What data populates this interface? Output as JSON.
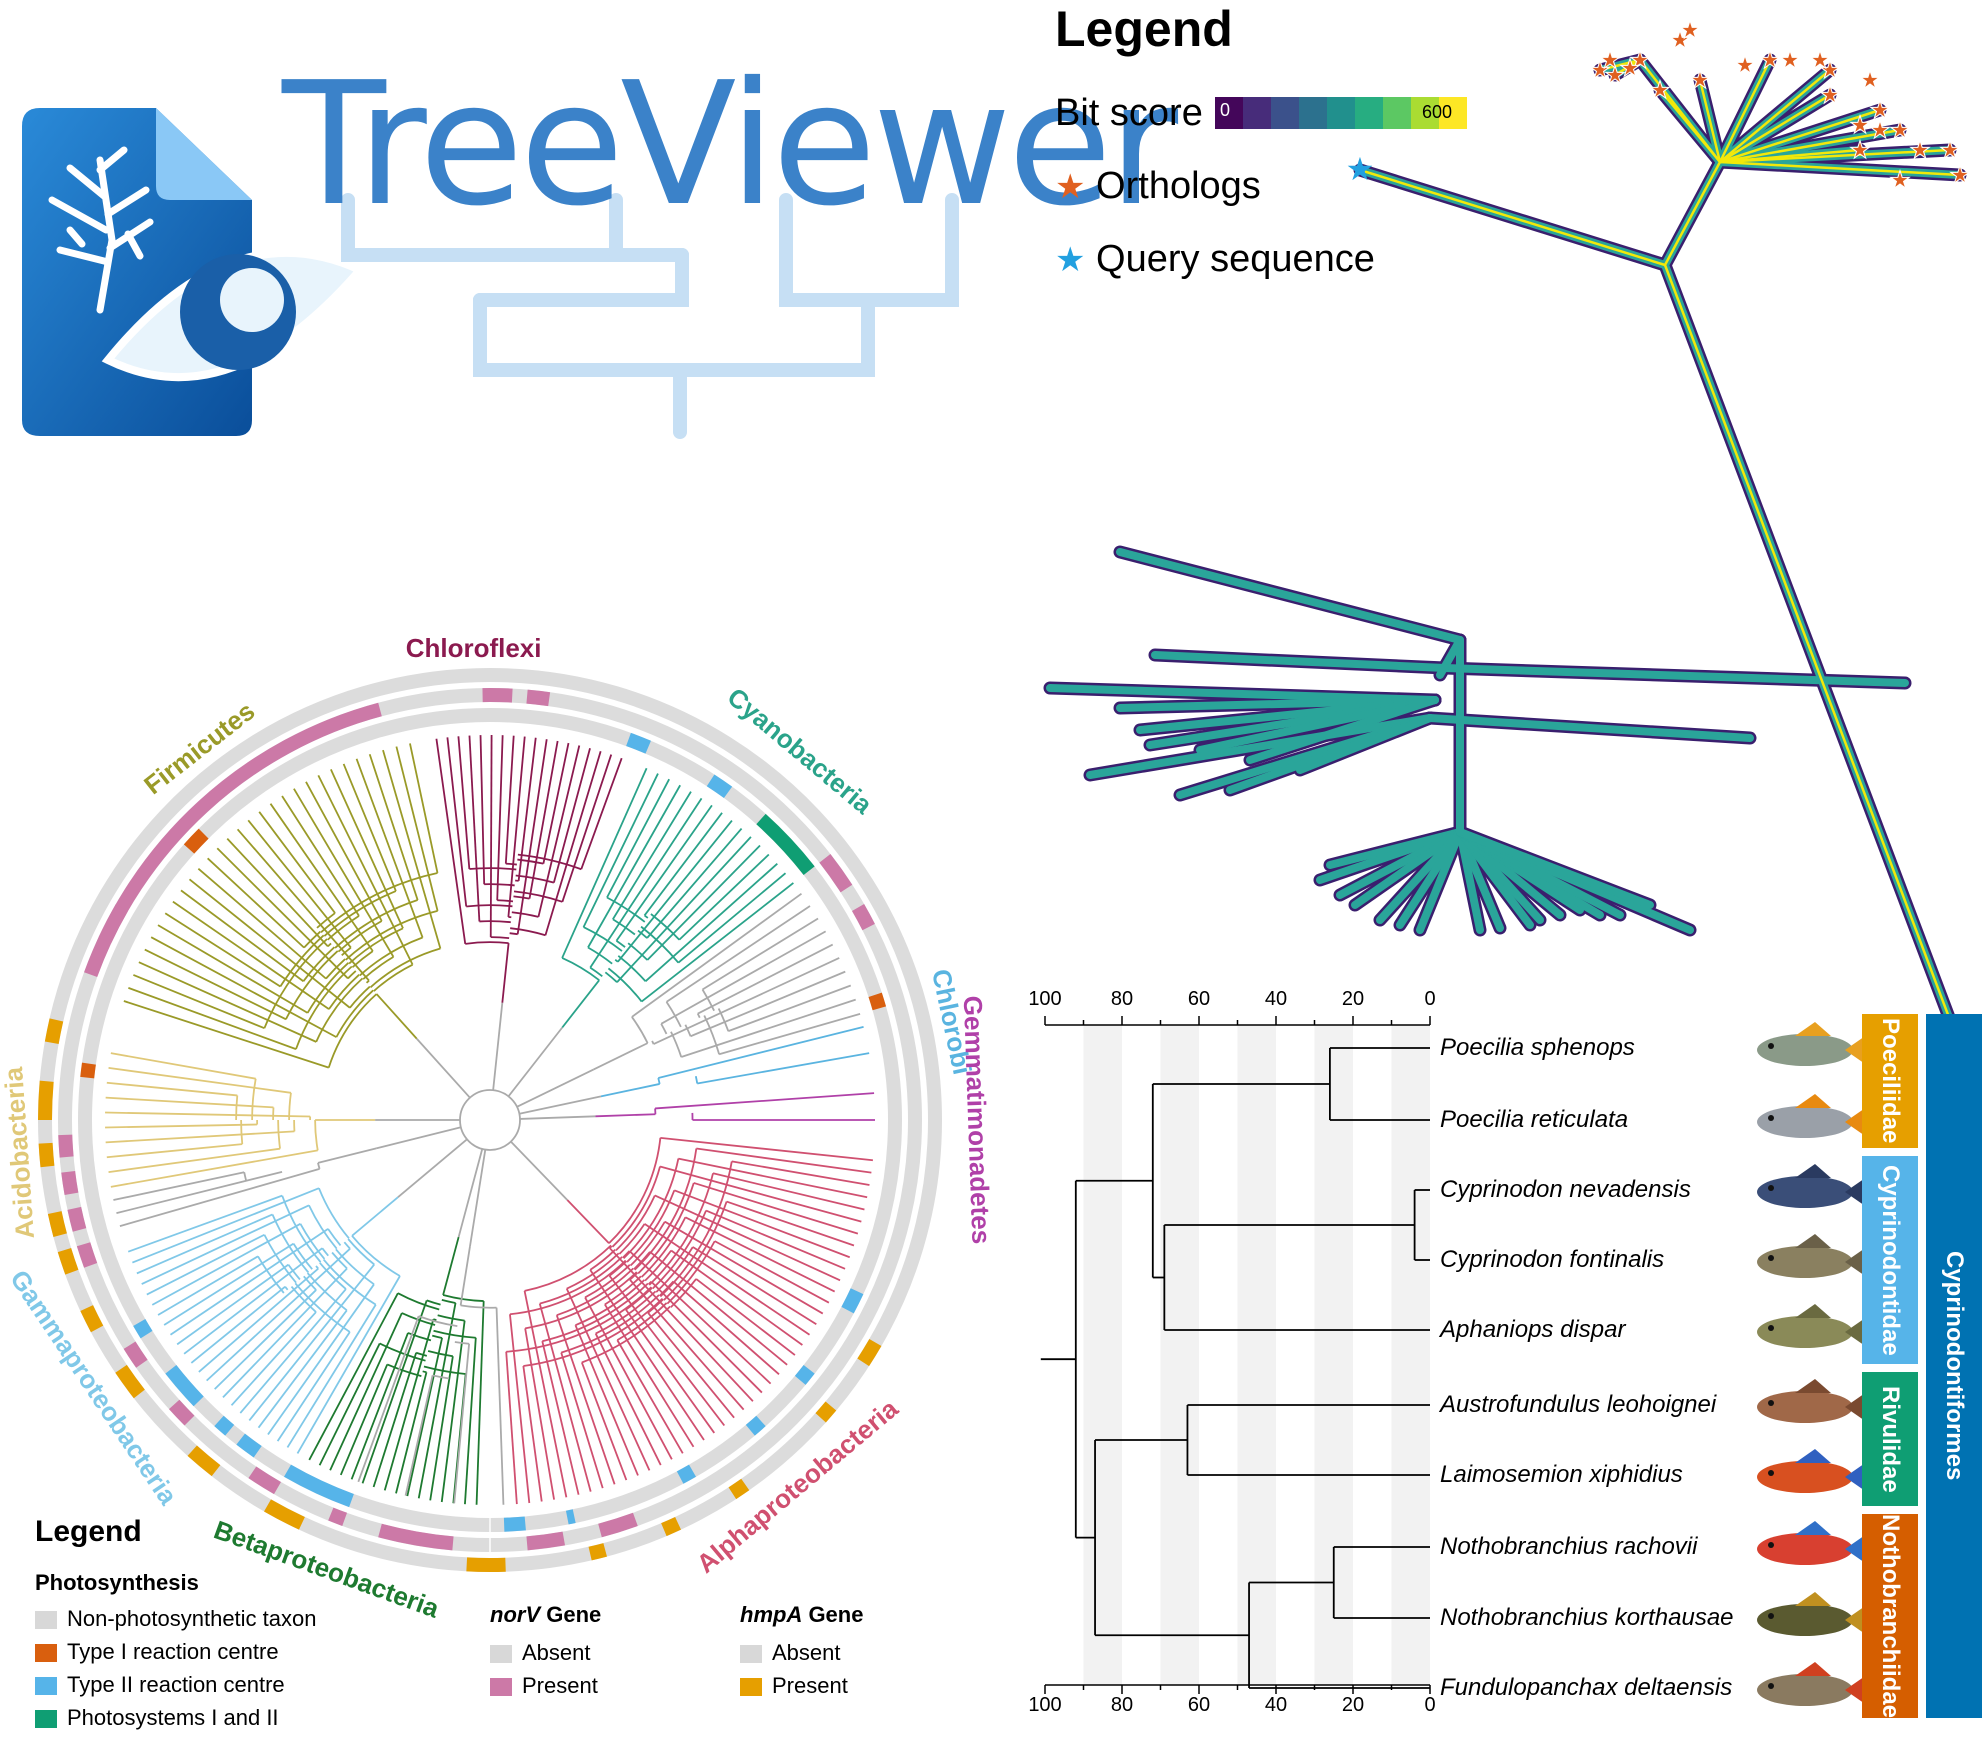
{
  "logo": {
    "title": "TreeViewer"
  },
  "unrooted": {
    "legend_title": "Legend",
    "bitscore_label": "Bit score",
    "bitscore_min": "0",
    "bitscore_max": "600",
    "orthologs": "Orthologs",
    "query": "Query sequence",
    "colors": {
      "ortholog": "#e06020",
      "query": "#22a0e0",
      "branch": "#2aa59a",
      "outline": "#3a1f6e",
      "core": "#f2e80a"
    }
  },
  "circular": {
    "clades": [
      {
        "name": "Chloroflexi",
        "color": "#8b1a4f"
      },
      {
        "name": "Cyanobacteria",
        "color": "#2aa38a"
      },
      {
        "name": "Firmicutes",
        "color": "#9a9a28"
      },
      {
        "name": "Chlorobi",
        "color": "#5ab4e0"
      },
      {
        "name": "Gemmatimonadetes",
        "color": "#b040a8"
      },
      {
        "name": "Acidobacteria",
        "color": "#e0c878"
      },
      {
        "name": "Gammaproteobacteria",
        "color": "#80c8e8"
      },
      {
        "name": "Betaproteobacteria",
        "color": "#1e7a30"
      },
      {
        "name": "Alphaproteobacteria",
        "color": "#d05070"
      }
    ],
    "legend": {
      "title": "Legend",
      "photo_title": "Photosynthesis",
      "photo_items": [
        {
          "label": "Non-photosynthetic taxon",
          "color": "#d8d8d8"
        },
        {
          "label": "Type I reaction centre",
          "color": "#d95f0e"
        },
        {
          "label": "Type II reaction centre",
          "color": "#56b4e9"
        },
        {
          "label": "Photosystems I and II",
          "color": "#0f9e73"
        }
      ],
      "norv_title_gene": "norV",
      "norv_title_suffix": " Gene",
      "norv_items": [
        {
          "label": "Absent",
          "color": "#d8d8d8"
        },
        {
          "label": "Present",
          "color": "#cc79a7"
        }
      ],
      "hmpa_title_gene": "hmpA",
      "hmpa_title_suffix": " Gene",
      "hmpa_items": [
        {
          "label": "Absent",
          "color": "#d8d8d8"
        },
        {
          "label": "Present",
          "color": "#e69f00"
        }
      ]
    }
  },
  "dendrogram": {
    "axis_ticks": [
      "100",
      "80",
      "60",
      "40",
      "20",
      "0"
    ],
    "species": [
      "Poecilia sphenops",
      "Poecilia reticulata",
      "Cyprinodon nevadensis",
      "Cyprinodon fontinalis",
      "Aphaniops dispar",
      "Austrofundulus leohoignei",
      "Laimosemion xiphidius",
      "Nothobranchius rachovii",
      "Nothobranchius korthausae",
      "Fundulopanchax deltaensis"
    ],
    "families": [
      {
        "name": "Poeciliidae",
        "color": "#e69f00"
      },
      {
        "name": "Cyprinodontidae",
        "color": "#56b4e9"
      },
      {
        "name": "Rivulidae",
        "color": "#0f9e73"
      },
      {
        "name": "Nothobranchiidae",
        "color": "#d55e00"
      }
    ],
    "order": {
      "name": "Cyprinodontiformes",
      "color": "#0072b2"
    }
  }
}
